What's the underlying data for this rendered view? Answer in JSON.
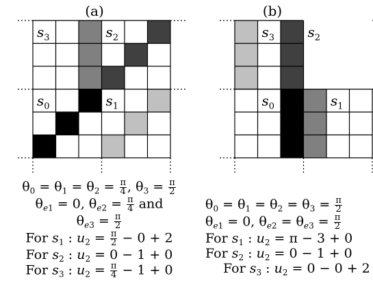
{
  "panels": [
    {
      "id": "a",
      "label": "(a)",
      "rows": 6,
      "cols": 6,
      "cells": [
        {
          "r": 0,
          "c": 2,
          "shade": "#808080"
        },
        {
          "r": 0,
          "c": 5,
          "shade": "#404040"
        },
        {
          "r": 1,
          "c": 2,
          "shade": "#808080"
        },
        {
          "r": 1,
          "c": 4,
          "shade": "#404040"
        },
        {
          "r": 2,
          "c": 2,
          "shade": "#808080"
        },
        {
          "r": 2,
          "c": 3,
          "shade": "#404040"
        },
        {
          "r": 3,
          "c": 2,
          "shade": "#000000"
        },
        {
          "r": 3,
          "c": 5,
          "shade": "#c0c0c0"
        },
        {
          "r": 4,
          "c": 1,
          "shade": "#000000"
        },
        {
          "r": 4,
          "c": 4,
          "shade": "#c0c0c0"
        },
        {
          "r": 5,
          "c": 0,
          "shade": "#000000"
        },
        {
          "r": 5,
          "c": 3,
          "shade": "#c0c0c0"
        }
      ],
      "state_labels": [
        {
          "text": "s",
          "sub": "3",
          "r": 0,
          "c": 0
        },
        {
          "text": "s",
          "sub": "2",
          "r": 0,
          "c": 3
        },
        {
          "text": "s",
          "sub": "0",
          "r": 3,
          "c": 0
        },
        {
          "text": "s",
          "sub": "1",
          "r": 3,
          "c": 3
        }
      ]
    },
    {
      "id": "b",
      "label": "(b)",
      "rows": 6,
      "cols": 6,
      "cells": [
        {
          "r": 0,
          "c": 0,
          "shade": "#c0c0c0"
        },
        {
          "r": 1,
          "c": 0,
          "shade": "#c0c0c0"
        },
        {
          "r": 2,
          "c": 0,
          "shade": "#c0c0c0"
        },
        {
          "r": 0,
          "c": 2,
          "shade": "#404040"
        },
        {
          "r": 1,
          "c": 2,
          "shade": "#404040"
        },
        {
          "r": 2,
          "c": 2,
          "shade": "#404040"
        },
        {
          "r": 3,
          "c": 2,
          "shade": "#000000"
        },
        {
          "r": 4,
          "c": 2,
          "shade": "#000000"
        },
        {
          "r": 5,
          "c": 2,
          "shade": "#000000"
        },
        {
          "r": 3,
          "c": 3,
          "shade": "#808080"
        },
        {
          "r": 4,
          "c": 3,
          "shade": "#808080"
        },
        {
          "r": 5,
          "c": 3,
          "shade": "#808080"
        }
      ],
      "state_labels": [
        {
          "text": "s",
          "sub": "3",
          "r": 0,
          "c": 1
        },
        {
          "text": "s",
          "sub": "2",
          "r": 0,
          "c": 3
        },
        {
          "text": "s",
          "sub": "0",
          "r": 3,
          "c": 1
        },
        {
          "text": "s",
          "sub": "1",
          "r": 3,
          "c": 4
        }
      ]
    }
  ],
  "formulas": {
    "a": {
      "l1_text": "θ₀ = θ₁ = θ₂ = π/4, θ₃ = π/2",
      "l2_text": "θe1 = 0, θe2 = π/4 and",
      "l3_text": "θe3 = π/2",
      "l4_text": "For s1 : u2 = π/2 − 0 + 2",
      "l5_text": "For s2 : u2 = 0 − 1 + 0",
      "l6_text": "For s3 : u2 = π/4 − 1 + 0"
    },
    "b": {
      "l1_text": "θ₀ = θ₁ = θ₂ = θ₃ = π/2",
      "l2_text": "θe1 = 0, θe2 = θe3 = π/2",
      "l3_text": "For s1 : u2 = π − 3 + 0",
      "l4_text": "For s2 : u2 = 0 − 1 + 0",
      "l5_text": "For s3 : u2 = 0 − 0 + 2"
    },
    "symbols": {
      "theta": "θ",
      "pi": "π",
      "four": "4",
      "two": "2",
      "and_word": "and",
      "for_word": "For",
      "u": "u"
    }
  }
}
